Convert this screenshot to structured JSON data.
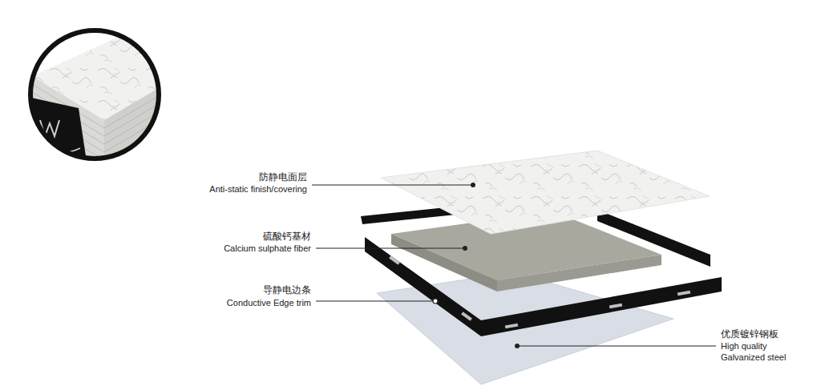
{
  "diagram": {
    "labels": [
      "防静电面层",
      "Anti-static finish/covering",
      "硫酸钙基材",
      "Calcium sulphate fiber",
      "导静电边条",
      "Conductive Edge trim",
      "优质镀锌钢板",
      "High quality Galvanized steel"
    ]
  }
}
